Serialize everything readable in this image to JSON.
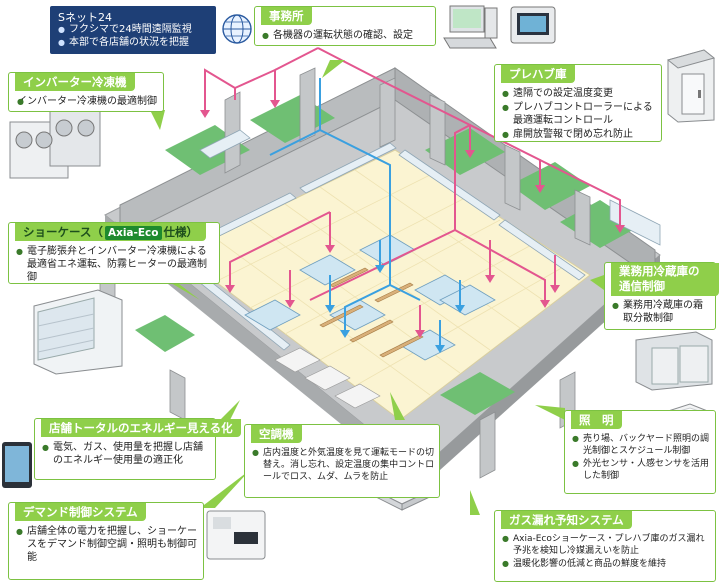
{
  "snet": {
    "title": "Sネット24",
    "items": [
      "フクシマで24時間遠隔監視",
      "本部で各店舗の状況を把握"
    ]
  },
  "office": {
    "title": "事務所",
    "items": [
      "各機器の運転状態の確認、設定"
    ]
  },
  "inverter": {
    "title": "インバーター冷凍機",
    "items": [
      "インバーター冷凍機の最適制御"
    ]
  },
  "prefab": {
    "title": "プレハブ庫",
    "items": [
      "遠隔での設定温度変更",
      "プレハブコントローラーによる最適運転コントロール",
      "扉開放警報で閉め忘れ防止"
    ]
  },
  "showcase": {
    "title_prefix": "ショーケース（",
    "title_brand": "Axia-Eco",
    "title_suffix": "仕様）",
    "items": [
      "電子膨張弁とインバーター冷凍機による最適省エネ運転、防霧ヒーターの最適制御"
    ]
  },
  "business_fridge": {
    "title_line1": "業務用冷蔵庫の",
    "title_line2": "通信制御",
    "items": [
      "業務用冷蔵庫の霜取分散制御"
    ]
  },
  "lighting": {
    "title": "照　明",
    "items": [
      "売り場、バックヤード照明の調光制御とスケジュール制御",
      "外光センサ・人感センサを活用した制御"
    ]
  },
  "energy_visual": {
    "title": "店舗トータルのエネルギー見える化",
    "items": [
      "電気、ガス、使用量を把握し店舗のエネルギー使用量の適正化"
    ]
  },
  "aircon": {
    "title": "空調機",
    "items": [
      "店内温度と外気温度を見て運転モードの切替え。消し忘れ、設定温度の集中コントロールでロス、ムダ、ムラを防止"
    ]
  },
  "demand": {
    "title": "デマンド制御システム",
    "items": [
      "店舗全体の電力を把握し、ショーケースをデマンド制御空調・照明も制御可能"
    ]
  },
  "gas_leak": {
    "title": "ガス漏れ予知システム",
    "items": [
      "Axia-Ecoショーケース・プレハブ庫のガス漏れ予兆を検知し冷媒漏えいを防止",
      "温暖化影響の低減と商品の鮮度を維持"
    ]
  },
  "colors": {
    "floor": "#fbf4d2",
    "wall": "#b9bcbe",
    "room": "#6fbf73",
    "pink_line": "#e3568f",
    "blue_line": "#3aa0e0",
    "label_green": "#8fcf4a",
    "snet_navy": "#1e3f76"
  },
  "icons": [
    "globe-icon",
    "computer-icon",
    "controller-panel-icon",
    "prefab-room-icon",
    "condensing-unit-icon",
    "showcase-icon",
    "business-fridge-icon",
    "light-fixture-icon",
    "tablet-icon",
    "ceiling-ac-icon",
    "demand-controller-icon"
  ]
}
